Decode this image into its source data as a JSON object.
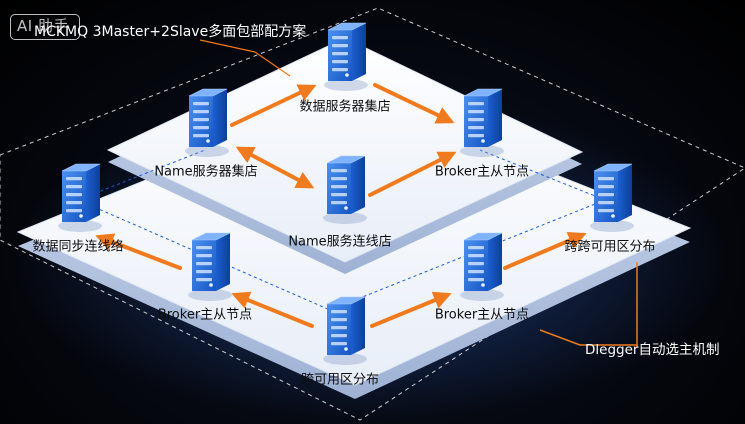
{
  "logo": {
    "text": "AI 助手"
  },
  "title": "MCKMQ 3Master+2Slave多面包部配方案",
  "callout": "Dlegger自动选主机制",
  "nodes": {
    "data_store": "数据服务器集店",
    "name_server": "Name服务器集店",
    "broker_upper_right": "Broker主从节点",
    "name_service_link": "Name服务连线店",
    "data_sync": "数据同步连线络",
    "cross_az_right": "跨跨可用区分布",
    "broker_lower_left": "Broker主从节点",
    "broker_lower_right": "Broker主从节点",
    "cross_az_bottom": "跨可用区分布"
  },
  "colors": {
    "server_blue": "#1a6fe0",
    "arrow_orange": "#f07a1e",
    "platform": "#f5f8fd"
  }
}
